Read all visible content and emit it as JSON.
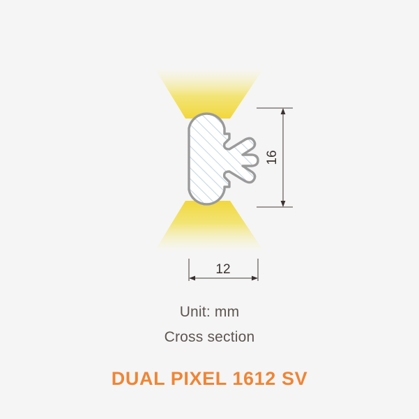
{
  "background_color": "#f5f5f5",
  "diagram": {
    "name": "led-profile-cross-section",
    "profile": {
      "fill": "#ffffff",
      "stroke": "#9a9a9a",
      "hatch_color": "#c5d8e4",
      "description": "rounded extrusion body with twin clip arms on right side"
    },
    "light_glow": {
      "up_beam_name": "upward-light-beam",
      "down_beam_name": "downward-light-beam",
      "color_core": "#f2d73c",
      "color_fade": "#f7f6ee"
    },
    "dimensions": {
      "height": {
        "label": "16",
        "orientation": "vertical",
        "unit": "mm"
      },
      "width": {
        "label": "12",
        "orientation": "horizontal",
        "unit": "mm"
      },
      "line_color": "#6b6360"
    }
  },
  "captions": {
    "unit": "Unit: mm",
    "view": "Cross section"
  },
  "title": {
    "text": "DUAL PIXEL 1612 SV",
    "color": "#ef8535"
  }
}
